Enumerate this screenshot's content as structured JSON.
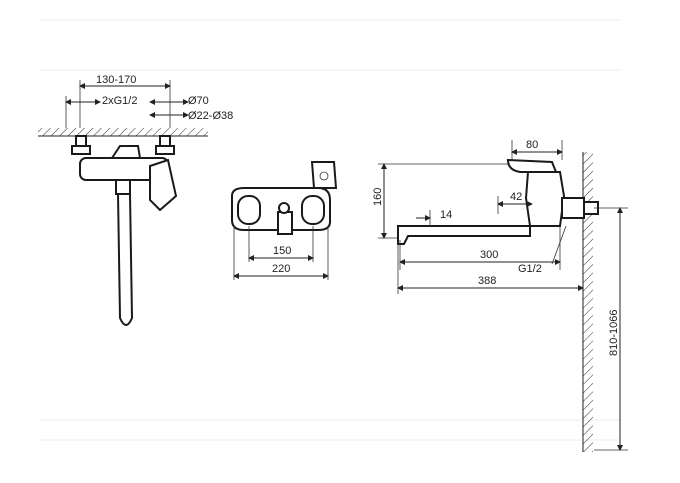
{
  "labels": {
    "side": {
      "center_distance": "130-170",
      "thread_inlets": "2xG1/2",
      "flange_diameter": "Ø70",
      "pipe_diameter": "Ø22-Ø38"
    },
    "front": {
      "inner_width": "150",
      "overall_width": "220"
    },
    "profile": {
      "height": "160",
      "handle_width": "80",
      "offset_42": "42",
      "spout_14": "14",
      "spout_300": "300",
      "thread": "G1/2",
      "reach": "388",
      "mount_height": "810-1066"
    }
  }
}
